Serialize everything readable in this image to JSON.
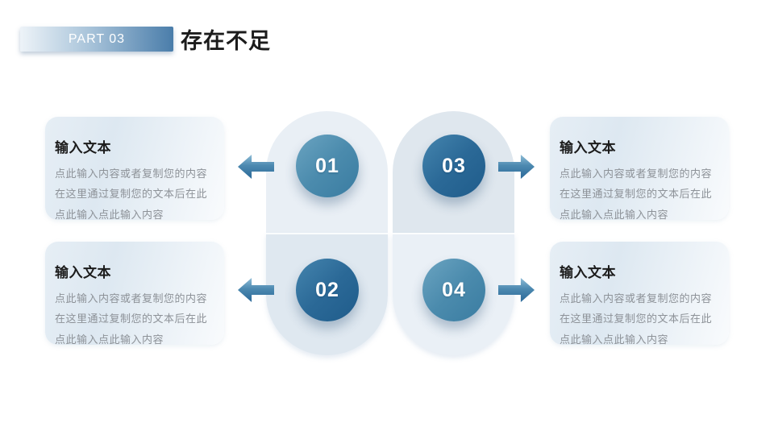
{
  "header": {
    "part_label": "PART 03",
    "title": "存在不足"
  },
  "cards": [
    {
      "side": "left",
      "position": "top",
      "title": "输入文本",
      "body": "点此输入内容或者复制您的内容在这里通过复制您的文本后在此点此输入点此输入内容"
    },
    {
      "side": "left",
      "position": "bottom",
      "title": "输入文本",
      "body": "点此输入内容或者复制您的内容在这里通过复制您的文本后在此点此输入点此输入内容"
    },
    {
      "side": "right",
      "position": "top",
      "title": "输入文本",
      "body": "点此输入内容或者复制您的内容在这里通过复制您的文本后在此点此输入点此输入内容"
    },
    {
      "side": "right",
      "position": "bottom",
      "title": "输入文本",
      "body": "点此输入内容或者复制您的内容在这里通过复制您的文本后在此点此输入点此输入内容"
    }
  ],
  "steps": [
    {
      "number": "01",
      "tone": "light"
    },
    {
      "number": "02",
      "tone": "dark"
    },
    {
      "number": "03",
      "tone": "dark"
    },
    {
      "number": "04",
      "tone": "light"
    }
  ],
  "colors": {
    "badge_gradient_start": "#edf3f8",
    "badge_gradient_end": "#4a7daa",
    "circle_light": "#4b8bad",
    "circle_dark": "#2b6997",
    "capsule_light": "#e9eff5",
    "capsule_shade": "#dfe7ee",
    "arrow_dark": "#2a6898",
    "arrow_light": "#8ebcd6",
    "heading_text": "#1c1c1c",
    "body_text": "#8d9298",
    "background": "#ffffff"
  }
}
